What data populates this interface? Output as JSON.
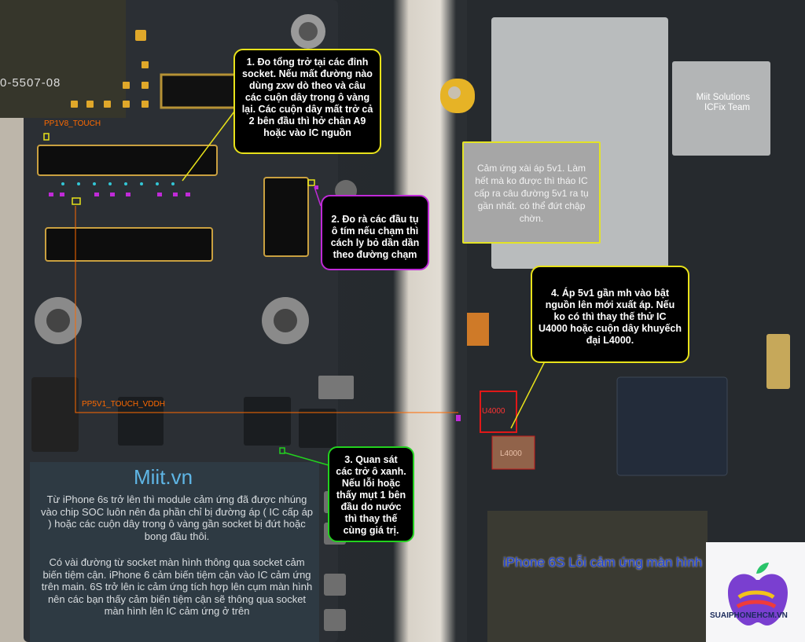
{
  "left_board": {
    "part_number": "0-5507-08",
    "net_touch": "PP1V8_TOUCH",
    "net_vddh": "PP5V1_TOUCH_VDDH"
  },
  "callouts": {
    "step1": "1. Đo tổng trở tại các đỉnh socket. Nếu mất đường nào dùng zxw dò theo và câu các cuộn dây trong ô vàng lại. Các cuộn dây mất trở cả 2 bên đầu thì hở chân A9 hoặc vào IC nguồn",
    "step2": "2. Đo rà các đầu tụ ô tím nếu chạm thì cách ly bỏ dần dần theo đường chạm",
    "step3": "3. Quan sát các trở ô xanh. Nếu lỗi hoặc thấy mụt 1 bên đầu do nước thì thay thế cùng giá trị.",
    "step4": "4. Áp 5v1 gần mh vào bật nguồn lên mới xuất áp. Nếu ko có thì thay thế thử IC U4000 hoặc cuộn dây khuyếch đại L4000.",
    "note": "Cảm ứng xài áp 5v1. Làm hết mà ko được thì tháo IC cấp ra câu đường 5v1 ra tụ gần nhất. có thể đứt chập chờn."
  },
  "info_panel": {
    "brand": "Miit.vn",
    "paragraph1": "Từ iPhone 6s trở lên thì module cảm ứng đã được nhúng vào chip SOC luôn nên đa phần chỉ bị đường áp ( IC cấp áp ) hoặc các cuộn dây trong ô vàng gần socket bị đứt hoặc bong đầu thôi.",
    "paragraph2": "Có vài đường từ socket màn hình thông qua socket cảm biến tiệm cận. iPhone 6 cảm biến tiệm cận vào IC cảm ứng trên main. 6S trở lên ic cảm ứng tích hợp lên cụm màn hình nên các bạn thấy cảm biến tiệm cận sẽ thông qua socket màn hình lên IC cảm ứng ở trên"
  },
  "right_board": {
    "team_line1": "Miit Solutions",
    "team_line2": "ICFix Team",
    "u4000": "U4000",
    "l4000": "L4000",
    "watermark": "iPhone 6S Lỗi cảm ứng màn hình",
    "site": "SUAIPHONEHCM.VN"
  },
  "colors": {
    "yellow": "#e8e21a",
    "purple": "#c02ad8",
    "green": "#23d11f",
    "orange_net": "#ff6a00",
    "red_tag": "#ff3333"
  }
}
